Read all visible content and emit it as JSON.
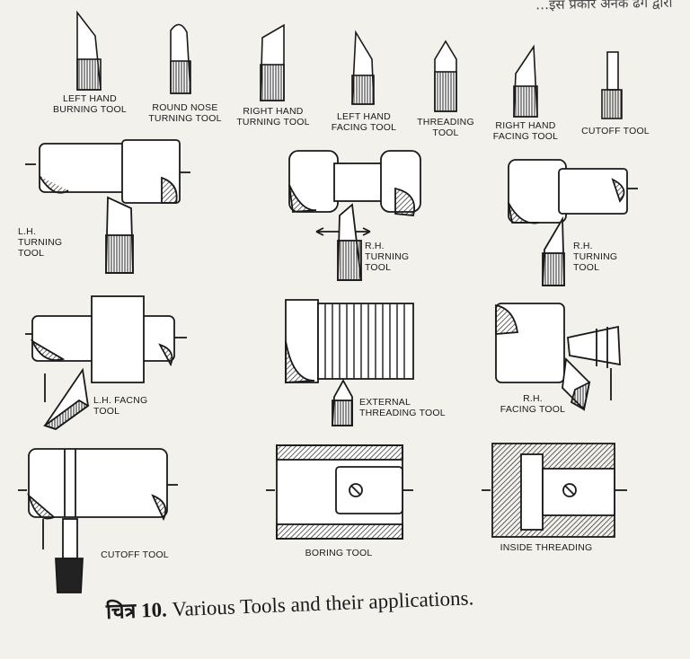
{
  "header_fragment": "…इस प्रकार अनेक ढंग द्वारा",
  "tools": [
    {
      "line1": "Left Hand",
      "line2": "Burning Tool"
    },
    {
      "line1": "Round Nose",
      "line2": "Turning Tool"
    },
    {
      "line1": "Right Hand",
      "line2": "Turning Tool"
    },
    {
      "line1": "Left Hand",
      "line2": "Facing Tool"
    },
    {
      "line1": "Threading",
      "line2": "Tool"
    },
    {
      "line1": "Right Hand",
      "line2": "Facing Tool"
    },
    {
      "line1": "Cutoff Tool",
      "line2": ""
    }
  ],
  "applications": {
    "lh_turning": [
      "L.H.",
      "Turning",
      "Tool"
    ],
    "rh_turning_1": [
      "R.H.",
      "Turning",
      "Tool"
    ],
    "rh_turning_2": [
      "R.H.",
      "Turning",
      "Tool"
    ],
    "lh_facing": [
      "L.H. Facng",
      "Tool"
    ],
    "external_threading": [
      "External",
      "Threading Tool"
    ],
    "rh_facing": [
      "R.H.",
      "Facing Tool"
    ],
    "cutoff": [
      "Cutoff Tool"
    ],
    "boring": [
      "Boring Tool"
    ],
    "inside_threading": [
      "Inside Threading"
    ]
  },
  "caption": {
    "figure_label": "चित्र 10.",
    "text": "Various Tools and their applications."
  }
}
